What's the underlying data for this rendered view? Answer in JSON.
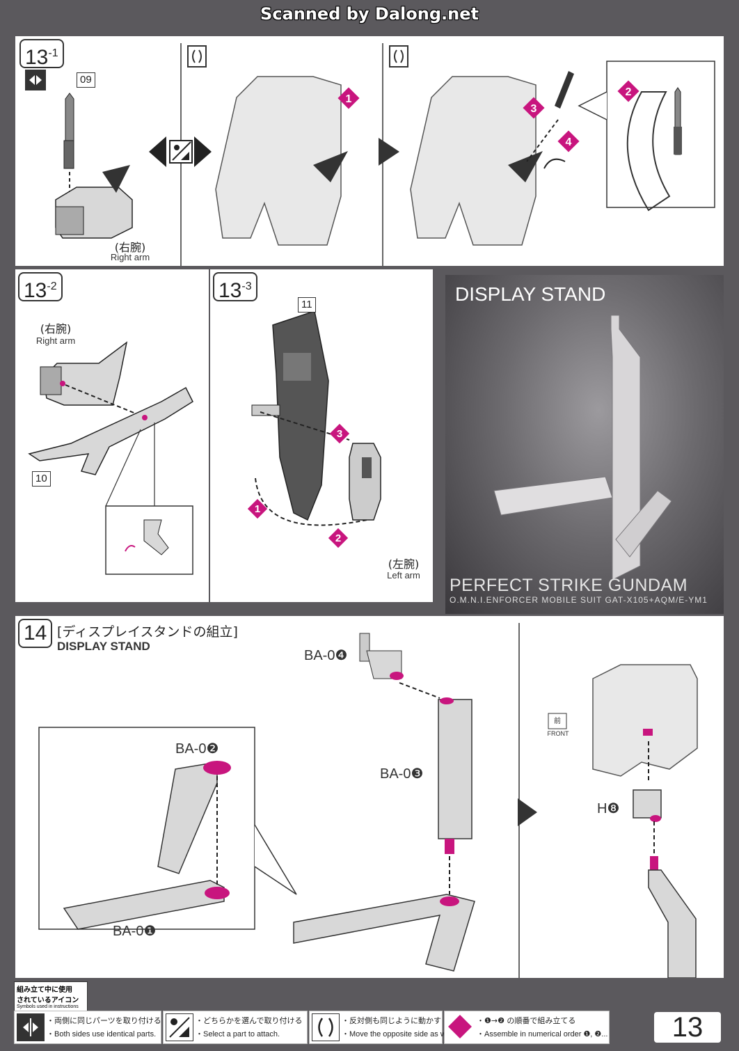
{
  "scan_banner": "Scanned by Dalong.net",
  "steps": {
    "s13_1": {
      "number": "13",
      "sub": "-1",
      "part_label": "09",
      "arm_jp": "(右腕)",
      "arm_en": "Right arm",
      "markers": [
        "1",
        "2",
        "3",
        "4"
      ]
    },
    "s13_2": {
      "number": "13",
      "sub": "-2",
      "arm_jp": "(右腕)",
      "arm_en": "Right arm",
      "part_label": "10"
    },
    "s13_3": {
      "number": "13",
      "sub": "-3",
      "part_label": "11",
      "arm_jp": "(左腕)",
      "arm_en": "Left arm",
      "markers": [
        "1",
        "2",
        "3"
      ]
    },
    "s14": {
      "number": "14",
      "title_jp": "[ディスプレイスタンドの組立]",
      "title_en": "DISPLAY STAND",
      "parts": {
        "ba04": "BA-0❹",
        "ba02": "BA-0❷",
        "ba03": "BA-0❸",
        "ba01": "BA-0❶",
        "h8": "H❽"
      },
      "front_jp": "前",
      "front_en": "FRONT"
    }
  },
  "display_stand": {
    "title": "DISPLAY STAND",
    "model_name": "PERFECT STRIKE GUNDAM",
    "model_sub": "O.M.N.I.ENFORCER MOBILE SUIT GAT-X105+AQM/E-YM1"
  },
  "legend": {
    "heading_jp1": "組み立て中に使用",
    "heading_jp2": "されているアイコン",
    "heading_en": "Symbols used in instructions",
    "items": [
      {
        "jp": "・両側に同じパーツを取り付ける",
        "en": "・Both sides use identical parts."
      },
      {
        "jp": "・どちらかを選んで取り付ける",
        "en": "・Select a part to attach."
      },
      {
        "jp": "・反対側も同じように動かす",
        "en": "・Move the opposite side as well."
      },
      {
        "jp": "・❶→❷ の順番で組み立てる",
        "en": "・Assemble in numerical order ❶, ❷..."
      }
    ]
  },
  "page_number": "13",
  "colors": {
    "accent": "#c8157e",
    "frame": "#5b595d",
    "panel": "#ffffff"
  }
}
